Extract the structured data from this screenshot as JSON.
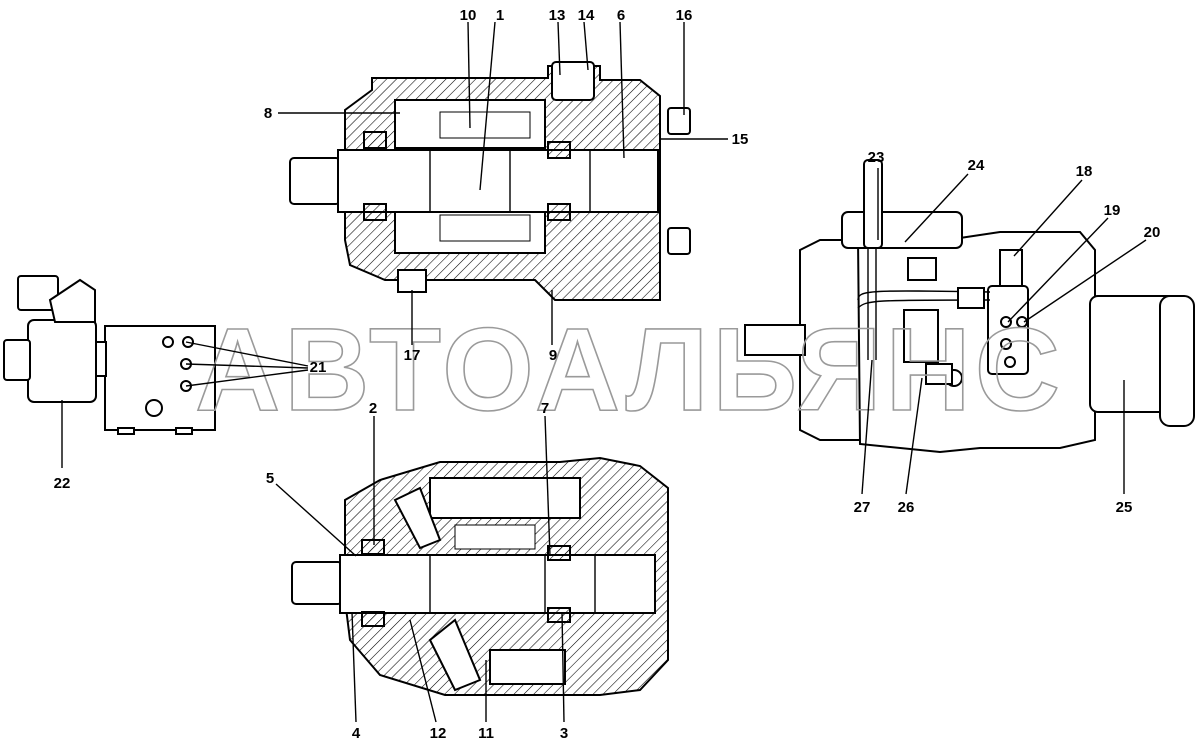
{
  "watermark": "АВТОАЛЬЯНС",
  "callouts": [
    "1",
    "2",
    "3",
    "4",
    "5",
    "6",
    "7",
    "8",
    "9",
    "10",
    "11",
    "12",
    "13",
    "14",
    "15",
    "16",
    "17",
    "18",
    "19",
    "20",
    "21",
    "22",
    "23",
    "24",
    "25",
    "26",
    "27"
  ]
}
